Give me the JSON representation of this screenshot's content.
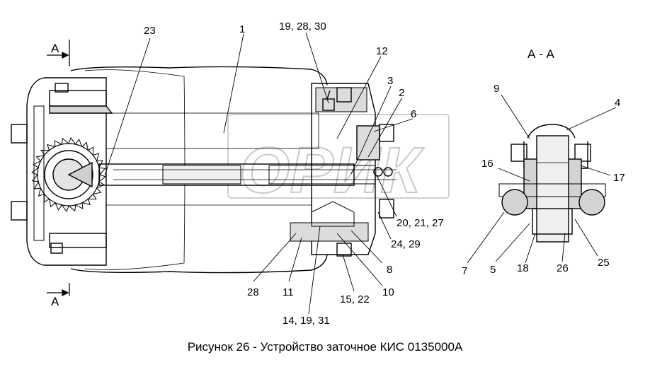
{
  "section_title": "А - А",
  "section_marks": {
    "top": "А",
    "bottom": "А"
  },
  "watermark": "ОРИК",
  "caption": "Рисунок 26 - Устройство заточное КИС 0135000А",
  "callouts": {
    "c1": "1",
    "c23": "23",
    "c19_28_30": "19, 28, 30",
    "c12": "12",
    "c3": "3",
    "c2": "2",
    "c6": "6",
    "c20_21_27": "20, 21, 27",
    "c24_29": "24, 29",
    "c8": "8",
    "c10": "10",
    "c15_22": "15, 22",
    "c14_19_31": "14, 19, 31",
    "c11": "11",
    "c28": "28",
    "c9": "9",
    "c4": "4",
    "c16": "16",
    "c17": "17",
    "c7": "7",
    "c5": "5",
    "c18": "18",
    "c26": "26",
    "c25": "25"
  }
}
